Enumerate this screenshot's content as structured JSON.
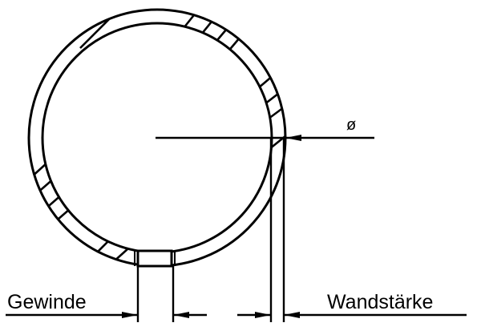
{
  "diagram": {
    "type": "technical-drawing",
    "subject": "ring cross-section with threaded hole",
    "labels": {
      "thread": "Gewinde",
      "wall_thickness": "Wandstärke",
      "diameter_symbol": "ø"
    },
    "colors": {
      "line": "#000000",
      "background": "#ffffff"
    }
  }
}
